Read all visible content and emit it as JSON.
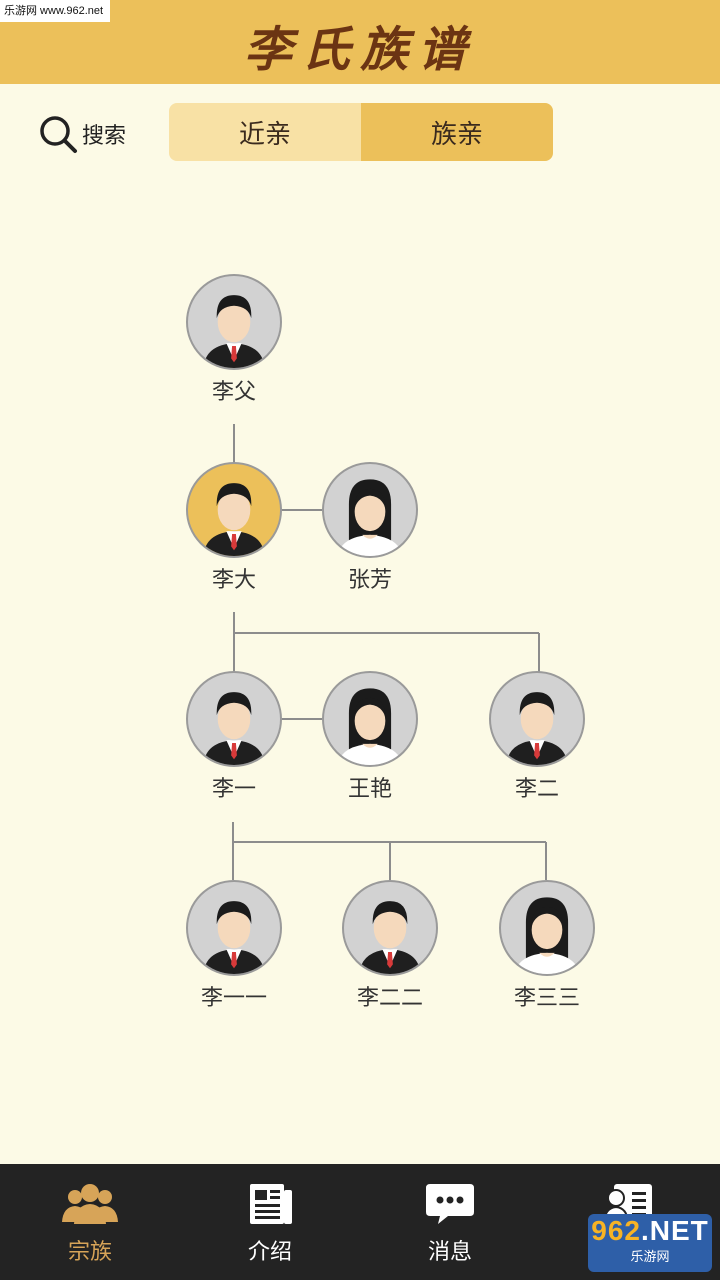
{
  "watermark": "乐游网 www.962.net",
  "header": {
    "title": "李氏族谱"
  },
  "search": {
    "label": "搜索"
  },
  "tabs": [
    {
      "label": "近亲",
      "active": false
    },
    {
      "label": "族亲",
      "active": true
    }
  ],
  "tree": {
    "gen1": {
      "father": "李父"
    },
    "gen2": {
      "son": "李大",
      "spouse": "张芳"
    },
    "gen3": {
      "son1": "李一",
      "spouse1": "王艳",
      "son2": "李二"
    },
    "gen4": {
      "child1": "李一一",
      "child2": "李二二",
      "child3": "李三三"
    }
  },
  "bottom_nav": [
    {
      "label": "宗族",
      "icon": "clan-icon",
      "active": true
    },
    {
      "label": "介绍",
      "icon": "newspaper-icon",
      "active": false
    },
    {
      "label": "消息",
      "icon": "message-icon",
      "active": false
    },
    {
      "label": "",
      "icon": "contact-card-icon",
      "active": false
    }
  ],
  "logo": {
    "brand_num": "962",
    "brand_suffix": ".NET",
    "site_name": "乐游网"
  },
  "colors": {
    "header_bg": "#ECC05A",
    "page_bg": "#FCFAE6",
    "tab_inactive": "#F8E1A5",
    "nav_bg": "#232323",
    "nav_active": "#D7A458"
  }
}
